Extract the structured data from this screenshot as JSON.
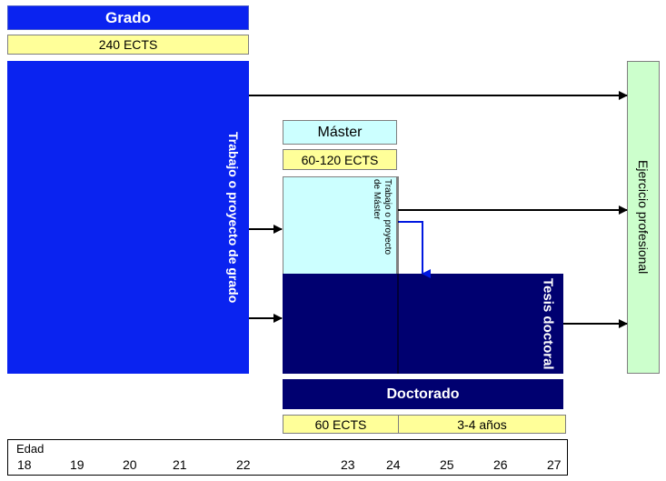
{
  "grado": {
    "title": "Grado",
    "ects": "240 ECTS",
    "project_label": "Trabajo o proyecto de grado"
  },
  "master": {
    "title": "Máster",
    "ects": "60-120 ECTS",
    "project_label_line1": "Trabajo o proyecto",
    "project_label_line2": "de Máster"
  },
  "doctorado": {
    "thesis_label": "Tesis doctoral",
    "title": "Doctorado",
    "ects": "60 ECTS",
    "years": "3-4 años"
  },
  "ejercicio": {
    "label": "Ejercicio profesional"
  },
  "age_axis": {
    "title": "Edad",
    "ticks": [
      "18",
      "19",
      "20",
      "21",
      "22",
      "23",
      "24",
      "25",
      "26",
      "27"
    ]
  },
  "colors": {
    "grado_blue": "#0a23f0",
    "master_light": "#ccffff",
    "doctorado_navy": "#000070",
    "ects_yellow": "#ffff99",
    "ejercicio_green": "#ccffcc",
    "arrow_blue": "#0018e0"
  }
}
